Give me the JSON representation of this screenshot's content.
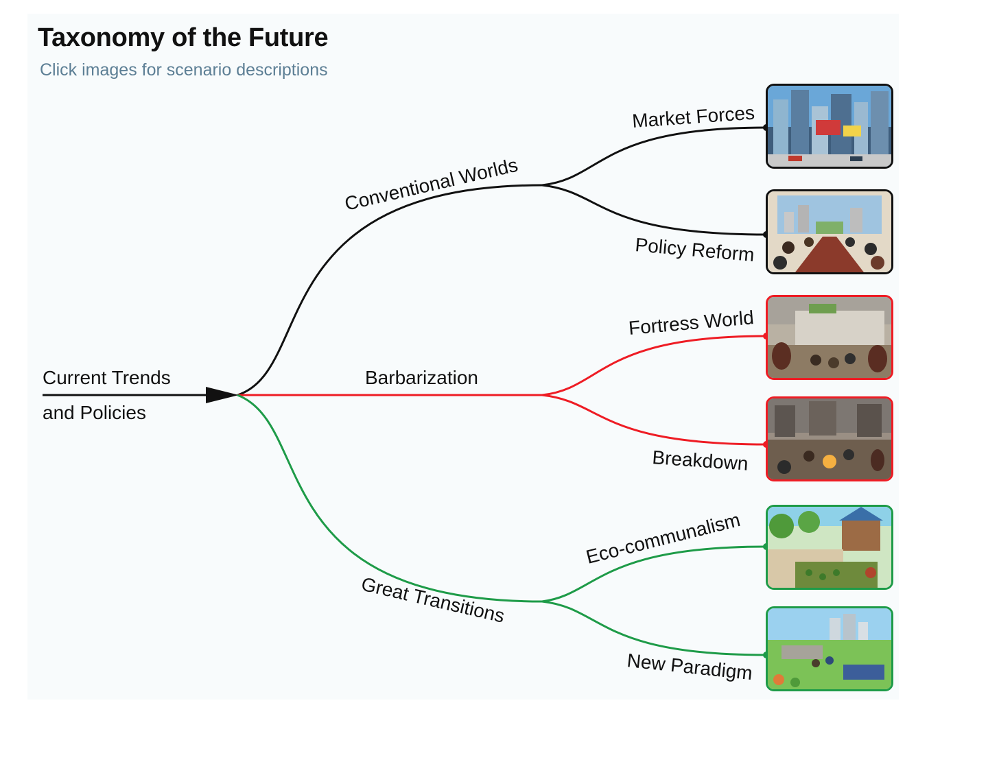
{
  "title": "Taxonomy of the Future",
  "subtitle": "Click images for scenario descriptions",
  "root": {
    "line1": "Current Trends",
    "line2": "and Policies"
  },
  "branches": {
    "conventional": {
      "label": "Conventional Worlds",
      "color": "#111111"
    },
    "barbarization": {
      "label": "Barbarization",
      "color": "#ee1c24"
    },
    "great": {
      "label": "Great Transitions",
      "color": "#1e9b48"
    }
  },
  "scenarios": [
    {
      "label": "Market Forces",
      "group": "conventional",
      "border": "#111111",
      "icon": "city-skyline-image"
    },
    {
      "label": "Policy Reform",
      "group": "conventional",
      "border": "#111111",
      "icon": "boardroom-meeting-image"
    },
    {
      "label": "Fortress World",
      "group": "barbarization",
      "border": "#ee1c24",
      "icon": "walled-enclave-image"
    },
    {
      "label": "Breakdown",
      "group": "barbarization",
      "border": "#ee1c24",
      "icon": "ruined-city-image"
    },
    {
      "label": "Eco-communalism",
      "group": "great",
      "border": "#1e9b48",
      "icon": "village-garden-image"
    },
    {
      "label": "New Paradigm",
      "group": "great",
      "border": "#1e9b48",
      "icon": "green-city-image"
    }
  ]
}
